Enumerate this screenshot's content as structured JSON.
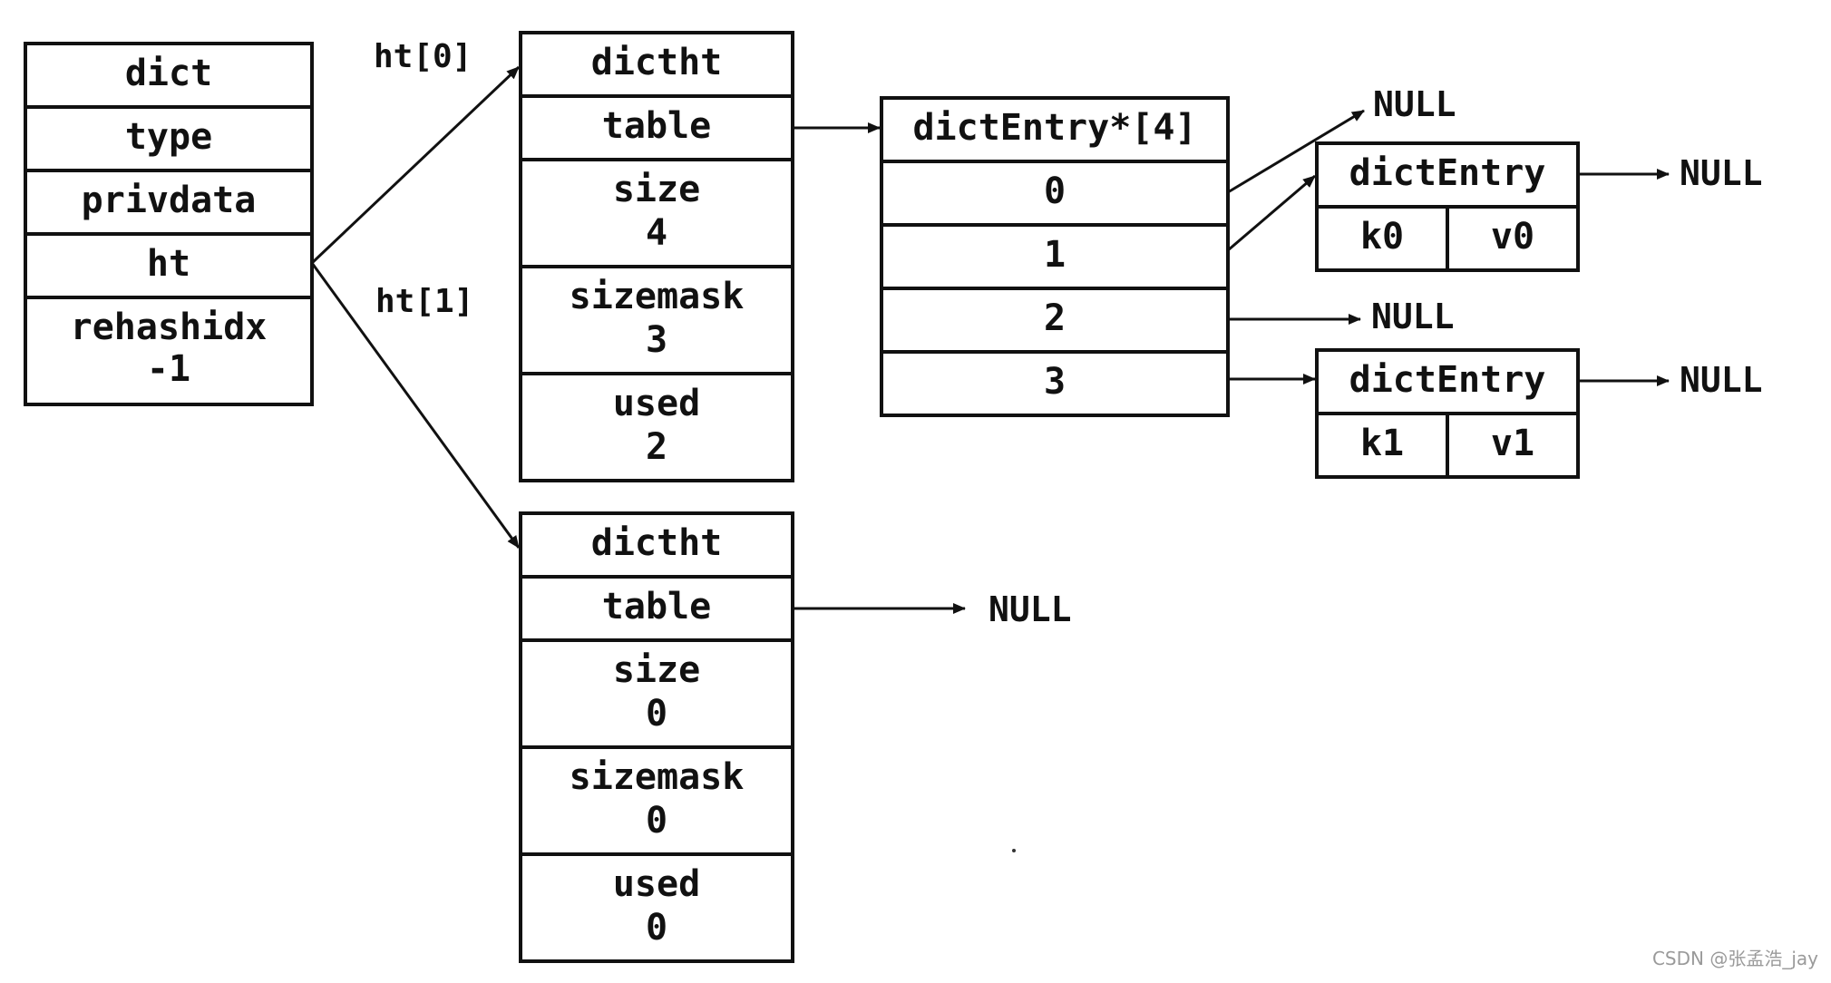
{
  "dict": {
    "title": "dict",
    "fields": [
      "type",
      "privdata",
      "ht"
    ],
    "rehashidx_label": "rehashidx",
    "rehashidx_value": "-1"
  },
  "pointer_labels": {
    "ht0": "ht[0]",
    "ht1": "ht[1]"
  },
  "dictht0": {
    "title": "dictht",
    "table_label": "table",
    "size_label": "size",
    "size_value": "4",
    "sizemask_label": "sizemask",
    "sizemask_value": "3",
    "used_label": "used",
    "used_value": "2"
  },
  "dictht1": {
    "title": "dictht",
    "table_label": "table",
    "table_target": "NULL",
    "size_label": "size",
    "size_value": "0",
    "sizemask_label": "sizemask",
    "sizemask_value": "0",
    "used_label": "used",
    "used_value": "0"
  },
  "bucket_array": {
    "title": "dictEntry*[4]",
    "indices": [
      "0",
      "1",
      "2",
      "3"
    ]
  },
  "entries": [
    {
      "title": "dictEntry",
      "key": "k0",
      "value": "v0",
      "next": "NULL"
    },
    {
      "title": "dictEntry",
      "key": "k1",
      "value": "v1",
      "next": "NULL"
    }
  ],
  "null_label": "NULL",
  "watermark": "CSDN @张孟浩_jay"
}
